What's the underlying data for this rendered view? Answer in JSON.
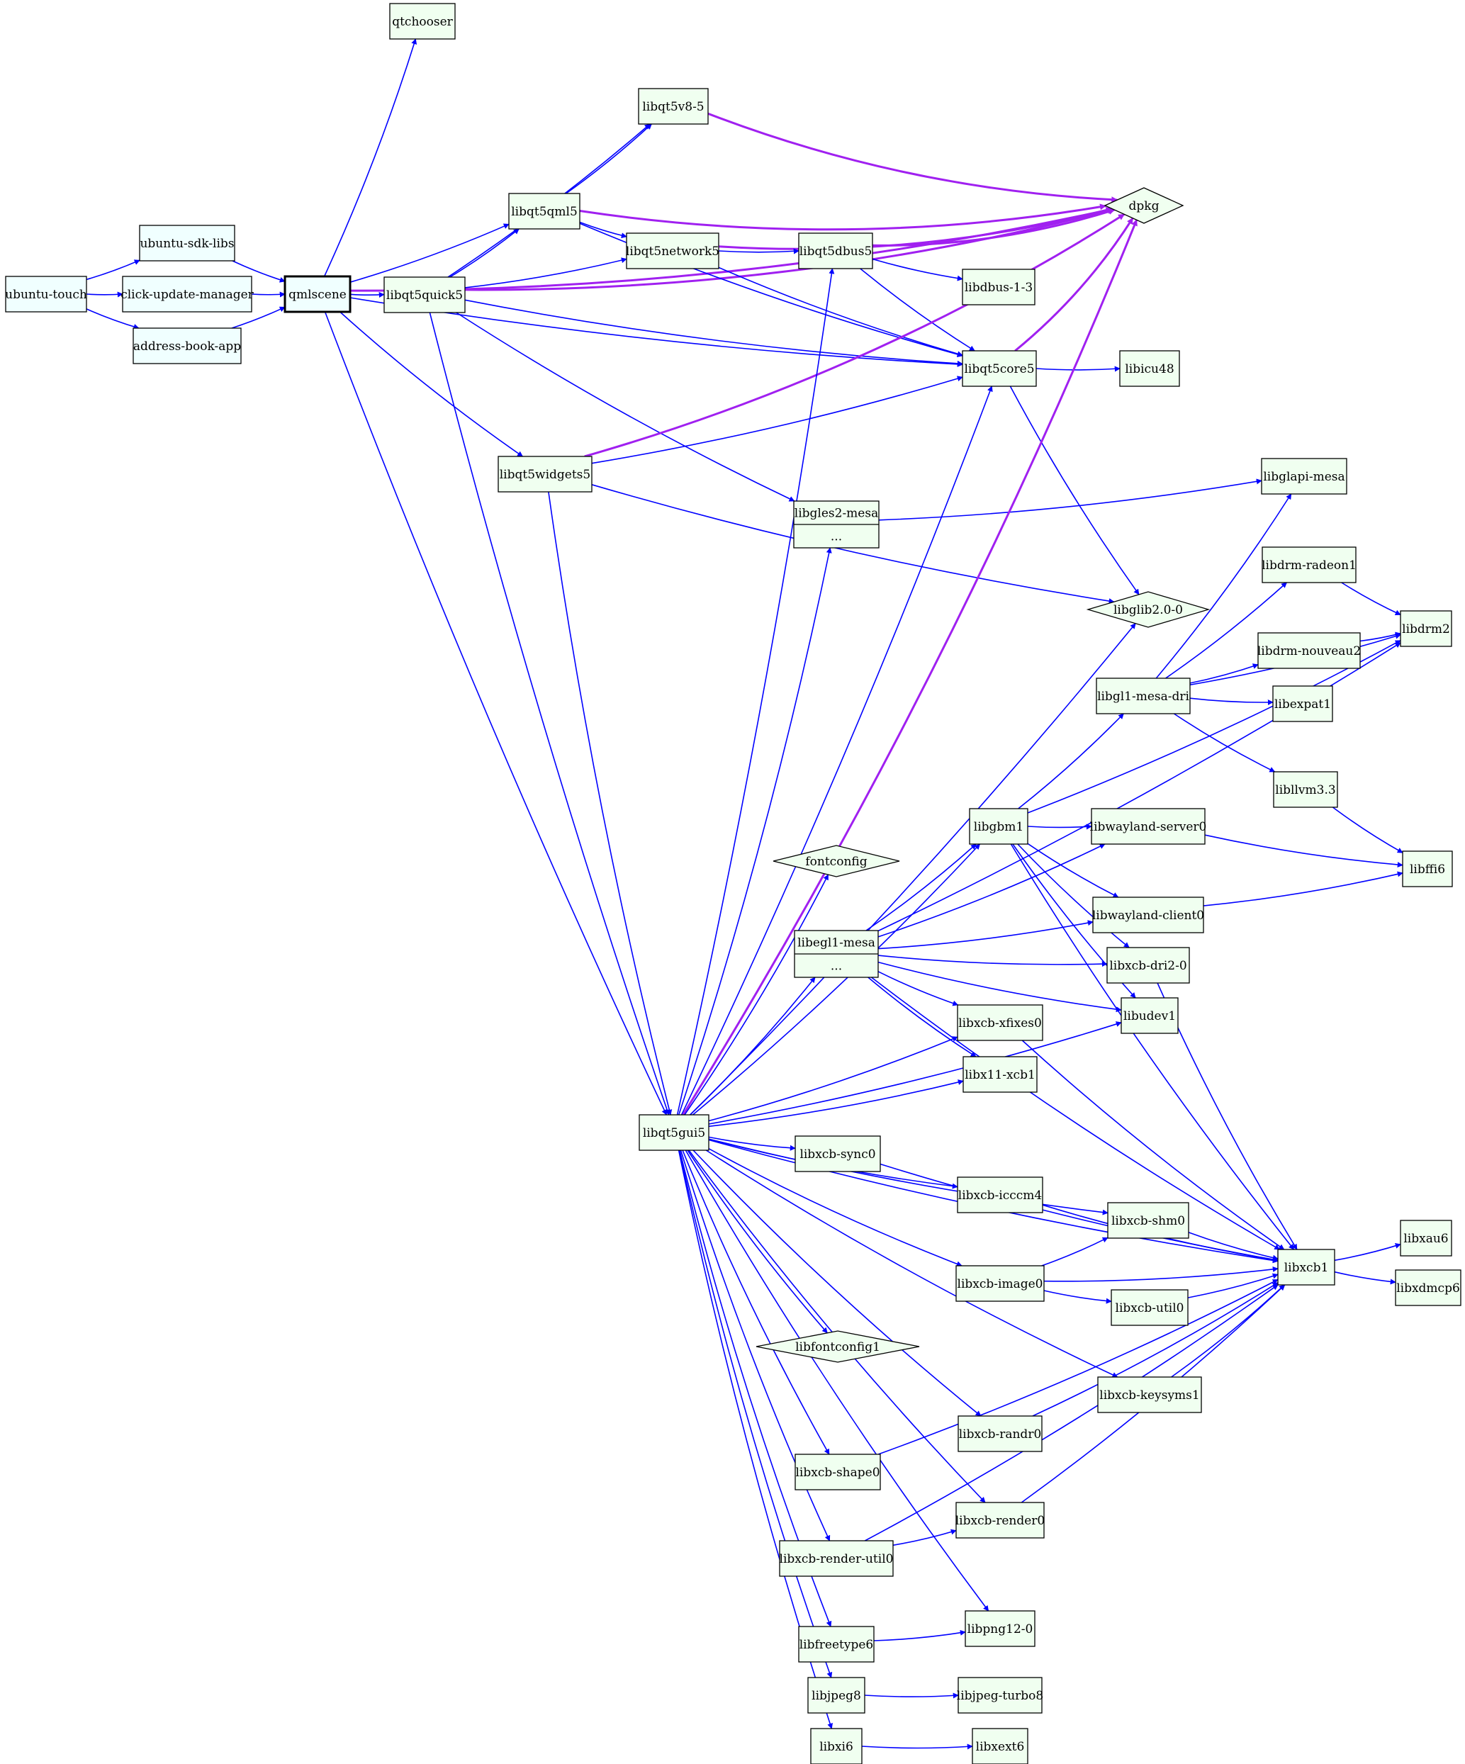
{
  "colors": {
    "background": "#ffffff",
    "edge_blue": "#0000ff",
    "edge_purple": "#a020f0",
    "node_fill_green": "#f0fff0",
    "node_fill_azure": "#f0ffff",
    "node_stroke": "#000000"
  },
  "nodes": [
    {
      "id": "ubuntu-touch",
      "label": "ubuntu-touch",
      "shape": "box",
      "fill": "azure"
    },
    {
      "id": "ubuntu-sdk-libs",
      "label": "ubuntu-sdk-libs",
      "shape": "box",
      "fill": "azure"
    },
    {
      "id": "click-update-manager",
      "label": "click-update-manager",
      "shape": "box",
      "fill": "azure"
    },
    {
      "id": "address-book-app",
      "label": "address-book-app",
      "shape": "box",
      "fill": "azure"
    },
    {
      "id": "qmlscene",
      "label": "qmlscene",
      "shape": "box",
      "fill": "azure",
      "bold": true
    },
    {
      "id": "qtchooser",
      "label": "qtchooser",
      "shape": "box",
      "fill": "green"
    },
    {
      "id": "libqt5quick5",
      "label": "libqt5quick5",
      "shape": "box",
      "fill": "green"
    },
    {
      "id": "libqt5v8-5",
      "label": "libqt5v8-5",
      "shape": "box",
      "fill": "green"
    },
    {
      "id": "libqt5qml5",
      "label": "libqt5qml5",
      "shape": "box",
      "fill": "green"
    },
    {
      "id": "libqt5network5",
      "label": "libqt5network5",
      "shape": "box",
      "fill": "green"
    },
    {
      "id": "libqt5dbus5",
      "label": "libqt5dbus5",
      "shape": "box",
      "fill": "green"
    },
    {
      "id": "libdbus-1-3",
      "label": "libdbus-1-3",
      "shape": "box",
      "fill": "green"
    },
    {
      "id": "dpkg",
      "label": "dpkg",
      "shape": "diamond",
      "fill": "green"
    },
    {
      "id": "libqt5core5",
      "label": "libqt5core5",
      "shape": "box",
      "fill": "green"
    },
    {
      "id": "libicu48",
      "label": "libicu48",
      "shape": "box",
      "fill": "green"
    },
    {
      "id": "libqt5widgets5",
      "label": "libqt5widgets5",
      "shape": "box",
      "fill": "green"
    },
    {
      "id": "libgles2-mesa",
      "label": "libgles2-mesa",
      "sublabel": "...",
      "shape": "record",
      "fill": "green"
    },
    {
      "id": "libglapi-mesa",
      "label": "libglapi-mesa",
      "shape": "box",
      "fill": "green"
    },
    {
      "id": "libglib2.0-0",
      "label": "libglib2.0-0",
      "shape": "diamond",
      "fill": "green"
    },
    {
      "id": "libdrm-radeon1",
      "label": "libdrm-radeon1",
      "shape": "box",
      "fill": "green"
    },
    {
      "id": "libdrm2",
      "label": "libdrm2",
      "shape": "box",
      "fill": "green"
    },
    {
      "id": "libdrm-nouveau2",
      "label": "libdrm-nouveau2",
      "shape": "box",
      "fill": "green"
    },
    {
      "id": "libgl1-mesa-dri",
      "label": "libgl1-mesa-dri",
      "shape": "box",
      "fill": "green"
    },
    {
      "id": "libexpat1",
      "label": "libexpat1",
      "shape": "box",
      "fill": "green"
    },
    {
      "id": "libllvm3.3",
      "label": "libllvm3.3",
      "shape": "box",
      "fill": "green"
    },
    {
      "id": "libffi6",
      "label": "libffi6",
      "shape": "box",
      "fill": "green"
    },
    {
      "id": "fontconfig",
      "label": "fontconfig",
      "shape": "diamond",
      "fill": "green"
    },
    {
      "id": "libgbm1",
      "label": "libgbm1",
      "shape": "box",
      "fill": "green"
    },
    {
      "id": "libwayland-server0",
      "label": "libwayland-server0",
      "shape": "box",
      "fill": "green"
    },
    {
      "id": "libwayland-client0",
      "label": "libwayland-client0",
      "shape": "box",
      "fill": "green"
    },
    {
      "id": "libegl1-mesa",
      "label": "libegl1-mesa",
      "sublabel": "...",
      "shape": "record",
      "fill": "green"
    },
    {
      "id": "libxcb-dri2-0",
      "label": "libxcb-dri2-0",
      "shape": "box",
      "fill": "green"
    },
    {
      "id": "libxcb-xfixes0",
      "label": "libxcb-xfixes0",
      "shape": "box",
      "fill": "green"
    },
    {
      "id": "libudev1",
      "label": "libudev1",
      "shape": "box",
      "fill": "green"
    },
    {
      "id": "libx11-xcb1",
      "label": "libx11-xcb1",
      "shape": "box",
      "fill": "green"
    },
    {
      "id": "libqt5gui5",
      "label": "libqt5gui5",
      "shape": "box",
      "fill": "green"
    },
    {
      "id": "libxcb-sync0",
      "label": "libxcb-sync0",
      "shape": "box",
      "fill": "green"
    },
    {
      "id": "libxcb-icccm4",
      "label": "libxcb-icccm4",
      "shape": "box",
      "fill": "green"
    },
    {
      "id": "libxcb-shm0",
      "label": "libxcb-shm0",
      "shape": "box",
      "fill": "green"
    },
    {
      "id": "libxcb1",
      "label": "libxcb1",
      "shape": "box",
      "fill": "green"
    },
    {
      "id": "libxau6",
      "label": "libxau6",
      "shape": "box",
      "fill": "green"
    },
    {
      "id": "libxdmcp6",
      "label": "libxdmcp6",
      "shape": "box",
      "fill": "green"
    },
    {
      "id": "libxcb-image0",
      "label": "libxcb-image0",
      "shape": "box",
      "fill": "green"
    },
    {
      "id": "libxcb-util0",
      "label": "libxcb-util0",
      "shape": "box",
      "fill": "green"
    },
    {
      "id": "libfontconfig1",
      "label": "libfontconfig1",
      "shape": "diamond",
      "fill": "green"
    },
    {
      "id": "libxcb-keysyms1",
      "label": "libxcb-keysyms1",
      "shape": "box",
      "fill": "green"
    },
    {
      "id": "libxcb-randr0",
      "label": "libxcb-randr0",
      "shape": "box",
      "fill": "green"
    },
    {
      "id": "libxcb-shape0",
      "label": "libxcb-shape0",
      "shape": "box",
      "fill": "green"
    },
    {
      "id": "libxcb-render0",
      "label": "libxcb-render0",
      "shape": "box",
      "fill": "green"
    },
    {
      "id": "libxcb-render-util0",
      "label": "libxcb-render-util0",
      "shape": "box",
      "fill": "green"
    },
    {
      "id": "libpng12-0",
      "label": "libpng12-0",
      "shape": "box",
      "fill": "green"
    },
    {
      "id": "libfreetype6",
      "label": "libfreetype6",
      "shape": "box",
      "fill": "green"
    },
    {
      "id": "libjpeg8",
      "label": "libjpeg8",
      "shape": "box",
      "fill": "green"
    },
    {
      "id": "libjpeg-turbo8",
      "label": "libjpeg-turbo8",
      "shape": "box",
      "fill": "green"
    },
    {
      "id": "libxi6",
      "label": "libxi6",
      "shape": "box",
      "fill": "green"
    },
    {
      "id": "libxext6",
      "label": "libxext6",
      "shape": "box",
      "fill": "green"
    }
  ],
  "edges": [
    {
      "from": "ubuntu-touch",
      "to": "ubuntu-sdk-libs",
      "color": "blue"
    },
    {
      "from": "ubuntu-touch",
      "to": "click-update-manager",
      "color": "blue"
    },
    {
      "from": "ubuntu-touch",
      "to": "address-book-app",
      "color": "blue"
    },
    {
      "from": "ubuntu-sdk-libs",
      "to": "qmlscene",
      "color": "blue"
    },
    {
      "from": "click-update-manager",
      "to": "qmlscene",
      "color": "blue"
    },
    {
      "from": "address-book-app",
      "to": "qmlscene",
      "color": "blue"
    },
    {
      "from": "qmlscene",
      "to": "qtchooser",
      "color": "blue"
    },
    {
      "from": "qmlscene",
      "to": "dpkg",
      "color": "purple"
    },
    {
      "from": "qmlscene",
      "to": "libqt5qml5",
      "color": "blue"
    },
    {
      "from": "qmlscene",
      "to": "libqt5quick5",
      "color": "blue"
    },
    {
      "from": "qmlscene",
      "to": "libqt5core5",
      "color": "blue"
    },
    {
      "from": "qmlscene",
      "to": "libqt5widgets5",
      "color": "blue"
    },
    {
      "from": "qmlscene",
      "to": "libqt5gui5",
      "color": "blue"
    },
    {
      "from": "libqt5quick5",
      "to": "libqt5v8-5",
      "color": "blue"
    },
    {
      "from": "libqt5quick5",
      "to": "libqt5qml5",
      "color": "blue"
    },
    {
      "from": "libqt5quick5",
      "to": "libqt5network5",
      "color": "blue"
    },
    {
      "from": "libqt5quick5",
      "to": "dpkg",
      "color": "purple"
    },
    {
      "from": "libqt5quick5",
      "to": "libqt5core5",
      "color": "blue"
    },
    {
      "from": "libqt5quick5",
      "to": "libgles2-mesa",
      "color": "blue"
    },
    {
      "from": "libqt5quick5",
      "to": "libqt5gui5",
      "color": "blue"
    },
    {
      "from": "libqt5qml5",
      "to": "libqt5v8-5",
      "color": "blue"
    },
    {
      "from": "libqt5qml5",
      "to": "dpkg",
      "color": "purple"
    },
    {
      "from": "libqt5qml5",
      "to": "libqt5network5",
      "color": "blue"
    },
    {
      "from": "libqt5qml5",
      "to": "libqt5core5",
      "color": "blue"
    },
    {
      "from": "libqt5v8-5",
      "to": "dpkg",
      "color": "purple"
    },
    {
      "from": "libqt5network5",
      "to": "dpkg",
      "color": "purple"
    },
    {
      "from": "libqt5network5",
      "to": "libqt5dbus5",
      "color": "blue"
    },
    {
      "from": "libqt5network5",
      "to": "libqt5core5",
      "color": "blue"
    },
    {
      "from": "libqt5dbus5",
      "to": "dpkg",
      "color": "purple"
    },
    {
      "from": "libqt5dbus5",
      "to": "libdbus-1-3",
      "color": "blue"
    },
    {
      "from": "libqt5dbus5",
      "to": "libqt5core5",
      "color": "blue"
    },
    {
      "from": "libqt5core5",
      "to": "dpkg",
      "color": "purple"
    },
    {
      "from": "libqt5core5",
      "to": "libicu48",
      "color": "blue"
    },
    {
      "from": "libqt5core5",
      "to": "libglib2.0-0",
      "color": "blue"
    },
    {
      "from": "libqt5widgets5",
      "to": "libqt5core5",
      "color": "blue"
    },
    {
      "from": "libqt5widgets5",
      "to": "dpkg",
      "color": "purple"
    },
    {
      "from": "libqt5widgets5",
      "to": "libglib2.0-0",
      "color": "blue"
    },
    {
      "from": "libqt5widgets5",
      "to": "libqt5gui5",
      "color": "blue"
    },
    {
      "from": "libgles2-mesa",
      "to": "libglapi-mesa",
      "color": "blue"
    },
    {
      "from": "libgl1-mesa-dri",
      "to": "libglapi-mesa",
      "color": "blue"
    },
    {
      "from": "libgl1-mesa-dri",
      "to": "libdrm-radeon1",
      "color": "blue"
    },
    {
      "from": "libgl1-mesa-dri",
      "to": "libdrm2",
      "color": "blue"
    },
    {
      "from": "libgl1-mesa-dri",
      "to": "libdrm-nouveau2",
      "color": "blue"
    },
    {
      "from": "libgl1-mesa-dri",
      "to": "libexpat1",
      "color": "blue"
    },
    {
      "from": "libgl1-mesa-dri",
      "to": "libllvm3.3",
      "color": "blue"
    },
    {
      "from": "libdrm-radeon1",
      "to": "libdrm2",
      "color": "blue"
    },
    {
      "from": "libdrm-nouveau2",
      "to": "libdrm2",
      "color": "blue"
    },
    {
      "from": "libllvm3.3",
      "to": "libffi6",
      "color": "blue"
    },
    {
      "from": "libgbm1",
      "to": "libgl1-mesa-dri",
      "color": "blue"
    },
    {
      "from": "libgbm1",
      "to": "libwayland-server0",
      "color": "blue"
    },
    {
      "from": "libgbm1",
      "to": "libdrm2",
      "color": "blue"
    },
    {
      "from": "libgbm1",
      "to": "libwayland-client0",
      "color": "blue"
    },
    {
      "from": "libgbm1",
      "to": "libxcb-dri2-0",
      "color": "blue"
    },
    {
      "from": "libgbm1",
      "to": "libudev1",
      "color": "blue"
    },
    {
      "from": "libgbm1",
      "to": "libxcb1",
      "color": "blue"
    },
    {
      "from": "libwayland-server0",
      "to": "libffi6",
      "color": "blue"
    },
    {
      "from": "libwayland-client0",
      "to": "libffi6",
      "color": "blue"
    },
    {
      "from": "libegl1-mesa",
      "to": "libgbm1",
      "color": "blue"
    },
    {
      "from": "libegl1-mesa",
      "to": "libwayland-server0",
      "color": "blue"
    },
    {
      "from": "libegl1-mesa",
      "to": "libwayland-client0",
      "color": "blue"
    },
    {
      "from": "libegl1-mesa",
      "to": "libxcb-dri2-0",
      "color": "blue"
    },
    {
      "from": "libegl1-mesa",
      "to": "libxcb-xfixes0",
      "color": "blue"
    },
    {
      "from": "libegl1-mesa",
      "to": "libx11-xcb1",
      "color": "blue"
    },
    {
      "from": "libegl1-mesa",
      "to": "libudev1",
      "color": "blue"
    },
    {
      "from": "libegl1-mesa",
      "to": "libxcb1",
      "color": "blue"
    },
    {
      "from": "libegl1-mesa",
      "to": "libdrm2",
      "color": "blue"
    },
    {
      "from": "libxcb-dri2-0",
      "to": "libxcb1",
      "color": "blue"
    },
    {
      "from": "libxcb-xfixes0",
      "to": "libxcb1",
      "color": "blue"
    },
    {
      "from": "libqt5gui5",
      "to": "libqt5dbus5",
      "color": "blue"
    },
    {
      "from": "libqt5gui5",
      "to": "libqt5core5",
      "color": "blue"
    },
    {
      "from": "libqt5gui5",
      "to": "dpkg",
      "color": "purple"
    },
    {
      "from": "libqt5gui5",
      "to": "libgles2-mesa",
      "color": "blue"
    },
    {
      "from": "libqt5gui5",
      "to": "libglib2.0-0",
      "color": "blue"
    },
    {
      "from": "libqt5gui5",
      "to": "fontconfig",
      "color": "blue"
    },
    {
      "from": "libqt5gui5",
      "to": "libegl1-mesa",
      "color": "blue"
    },
    {
      "from": "libqt5gui5",
      "to": "libgbm1",
      "color": "blue"
    },
    {
      "from": "libqt5gui5",
      "to": "libxcb-xfixes0",
      "color": "blue"
    },
    {
      "from": "libqt5gui5",
      "to": "libx11-xcb1",
      "color": "blue"
    },
    {
      "from": "libqt5gui5",
      "to": "libudev1",
      "color": "blue"
    },
    {
      "from": "libqt5gui5",
      "to": "libxcb-sync0",
      "color": "blue"
    },
    {
      "from": "libqt5gui5",
      "to": "libxcb-icccm4",
      "color": "blue"
    },
    {
      "from": "libqt5gui5",
      "to": "libxcb-shm0",
      "color": "blue"
    },
    {
      "from": "libqt5gui5",
      "to": "libxcb-image0",
      "color": "blue"
    },
    {
      "from": "libqt5gui5",
      "to": "libxcb1",
      "color": "blue"
    },
    {
      "from": "libqt5gui5",
      "to": "libfontconfig1",
      "color": "blue"
    },
    {
      "from": "libqt5gui5",
      "to": "libxcb-keysyms1",
      "color": "blue"
    },
    {
      "from": "libqt5gui5",
      "to": "libxcb-randr0",
      "color": "blue"
    },
    {
      "from": "libqt5gui5",
      "to": "libxcb-shape0",
      "color": "blue"
    },
    {
      "from": "libqt5gui5",
      "to": "libxcb-render0",
      "color": "blue"
    },
    {
      "from": "libqt5gui5",
      "to": "libxcb-render-util0",
      "color": "blue"
    },
    {
      "from": "libqt5gui5",
      "to": "libpng12-0",
      "color": "blue"
    },
    {
      "from": "libqt5gui5",
      "to": "libfreetype6",
      "color": "blue"
    },
    {
      "from": "libqt5gui5",
      "to": "libjpeg8",
      "color": "blue"
    },
    {
      "from": "libqt5gui5",
      "to": "libxi6",
      "color": "blue"
    },
    {
      "from": "libxcb-sync0",
      "to": "libxcb1",
      "color": "blue"
    },
    {
      "from": "libxcb-icccm4",
      "to": "libxcb1",
      "color": "blue"
    },
    {
      "from": "libxcb-shm0",
      "to": "libxcb1",
      "color": "blue"
    },
    {
      "from": "libxcb-image0",
      "to": "libxcb-shm0",
      "color": "blue"
    },
    {
      "from": "libxcb-image0",
      "to": "libxcb1",
      "color": "blue"
    },
    {
      "from": "libxcb-image0",
      "to": "libxcb-util0",
      "color": "blue"
    },
    {
      "from": "libxcb-util0",
      "to": "libxcb1",
      "color": "blue"
    },
    {
      "from": "libxcb1",
      "to": "libxau6",
      "color": "blue"
    },
    {
      "from": "libxcb1",
      "to": "libxdmcp6",
      "color": "blue"
    },
    {
      "from": "libxcb-keysyms1",
      "to": "libxcb1",
      "color": "blue"
    },
    {
      "from": "libxcb-randr0",
      "to": "libxcb1",
      "color": "blue"
    },
    {
      "from": "libxcb-shape0",
      "to": "libxcb1",
      "color": "blue"
    },
    {
      "from": "libxcb-render0",
      "to": "libxcb1",
      "color": "blue"
    },
    {
      "from": "libxcb-render-util0",
      "to": "libxcb-render0",
      "color": "blue"
    },
    {
      "from": "libxcb-render-util0",
      "to": "libxcb1",
      "color": "blue"
    },
    {
      "from": "libfreetype6",
      "to": "libpng12-0",
      "color": "blue"
    },
    {
      "from": "libjpeg8",
      "to": "libjpeg-turbo8",
      "color": "blue"
    },
    {
      "from": "libxi6",
      "to": "libxext6",
      "color": "blue"
    }
  ]
}
